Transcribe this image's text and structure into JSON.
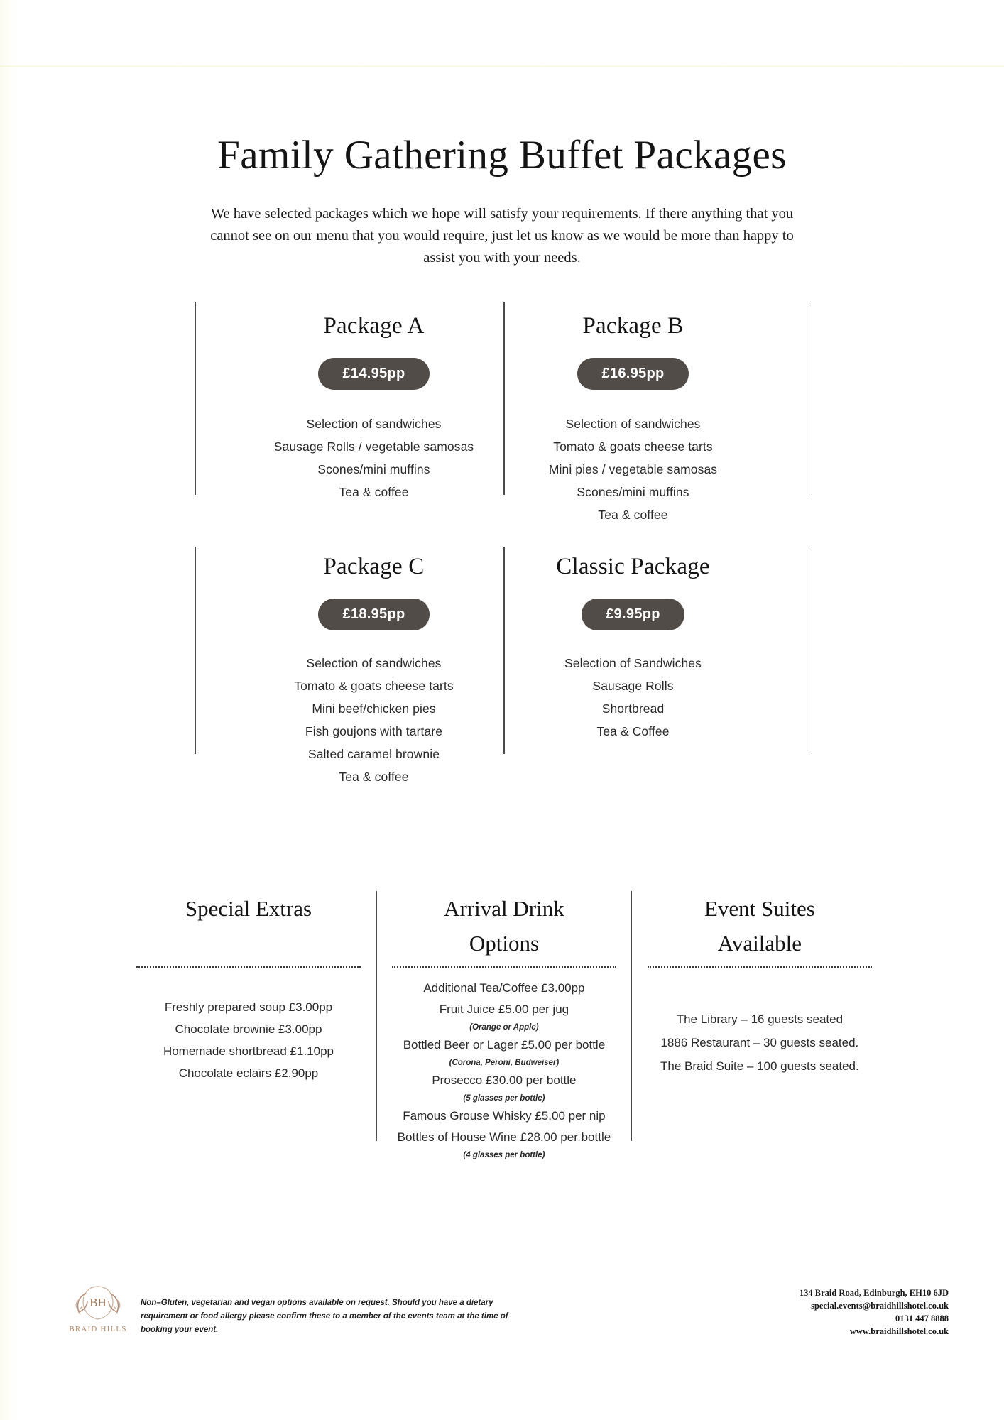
{
  "document": {
    "title": "Family Gathering Buffet Packages",
    "intro": "We have selected packages which we hope will satisfy your requirements. If there anything that you cannot see on our menu that you would require, just let us know as we would be more than happy to assist you with your needs."
  },
  "colors": {
    "price_pill_bg": "#524c48",
    "price_pill_text": "#ffffff",
    "logo_accent": "#b08a6a",
    "rule": "#4a4a4a"
  },
  "packages": [
    {
      "name": "Package A",
      "price": "£14.95pp",
      "items": [
        "Selection of sandwiches",
        "Sausage Rolls / vegetable samosas",
        "Scones/mini muffins",
        "Tea & coffee"
      ]
    },
    {
      "name": "Package B",
      "price": "£16.95pp",
      "items": [
        "Selection of sandwiches",
        "Tomato & goats cheese tarts",
        "Mini pies / vegetable samosas",
        "Scones/mini muffins",
        "Tea & coffee"
      ]
    },
    {
      "name": "Package C",
      "price": "£18.95pp",
      "items": [
        "Selection of sandwiches",
        "Tomato & goats cheese tarts",
        "Mini beef/chicken pies",
        "Fish goujons with tartare",
        "Salted caramel brownie",
        "Tea & coffee"
      ]
    },
    {
      "name": "Classic Package",
      "price": "£9.95pp",
      "items": [
        "Selection of Sandwiches",
        "Sausage Rolls",
        "Shortbread",
        "Tea & Coffee"
      ]
    }
  ],
  "special_extras": {
    "title": "Special Extras",
    "items": [
      {
        "text": "Freshly prepared soup £3.00pp",
        "note": false
      },
      {
        "text": "Chocolate brownie £3.00pp",
        "note": false
      },
      {
        "text": "Homemade shortbread £1.10pp",
        "note": false
      },
      {
        "text": "Chocolate eclairs £2.90pp",
        "note": false
      }
    ]
  },
  "arrival_drinks": {
    "title_line1": "Arrival Drink",
    "title_line2": "Options",
    "items": [
      {
        "text": "Additional Tea/Coffee £3.00pp",
        "note": false
      },
      {
        "text": "Fruit Juice  £5.00 per jug",
        "note": false
      },
      {
        "text": "(Orange or Apple)",
        "note": true
      },
      {
        "text": "Bottled Beer or Lager £5.00 per bottle",
        "note": false
      },
      {
        "text": "(Corona, Peroni, Budweiser)",
        "note": true
      },
      {
        "text": "Prosecco £30.00 per bottle",
        "note": false
      },
      {
        "text": "(5 glasses per bottle)",
        "note": true
      },
      {
        "text": "Famous Grouse Whisky £5.00 per nip",
        "note": false
      },
      {
        "text": "Bottles of House Wine £28.00 per bottle",
        "note": false
      },
      {
        "text": "(4 glasses per bottle)",
        "note": true
      }
    ]
  },
  "event_suites": {
    "title_line1": "Event Suites",
    "title_line2": "Available",
    "items": [
      {
        "text": "The Library – 16 guests seated",
        "note": false
      },
      {
        "text": "1886 Restaurant – 30 guests seated.",
        "note": false
      },
      {
        "text": "The Braid Suite – 100 guests seated.",
        "note": false
      }
    ]
  },
  "footer": {
    "logo_initials": "BH",
    "logo_name": "BRAID HILLS",
    "disclaimer": "Non–Gluten, vegetarian and vegan options available on request. Should you have a dietary requirement or food allergy please confirm these to a member of the events team at the time of booking your event.",
    "address": "134 Braid Road, Edinburgh, EH10 6JD",
    "email": "special.events@braidhillshotel.co.uk",
    "phone": "0131 447 8888",
    "website": "www.braidhillshotel.co.uk"
  }
}
